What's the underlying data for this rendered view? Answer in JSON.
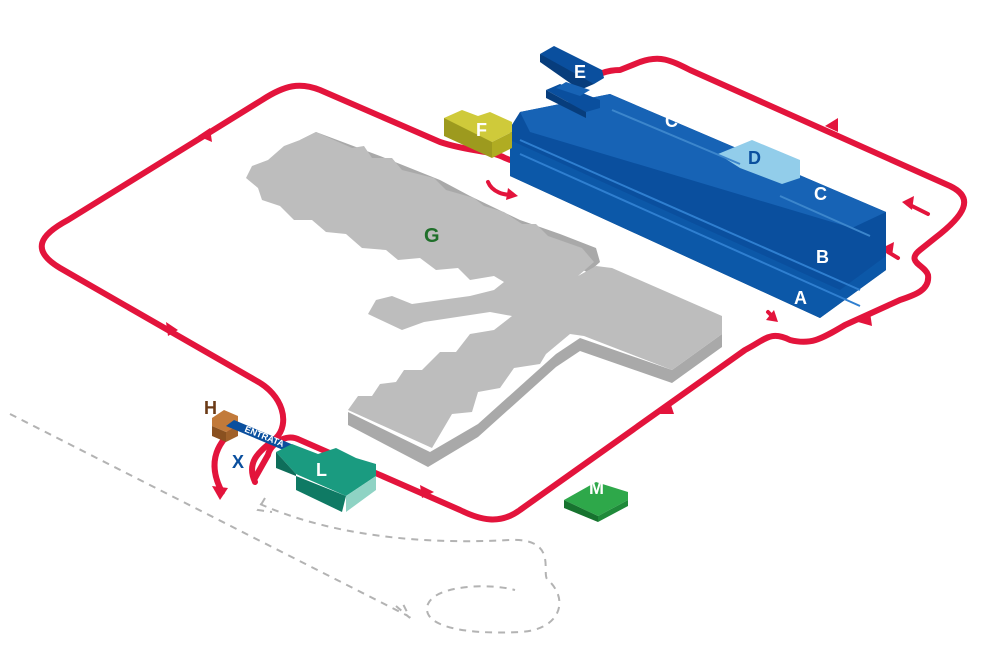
{
  "labels": {
    "A": "A",
    "B": "B",
    "C1": "C",
    "C2": "C",
    "D": "D",
    "E": "E",
    "F": "F",
    "G": "G",
    "H": "H",
    "L": "L",
    "M": "M",
    "X": "X",
    "entrance": "ENTRATA"
  },
  "colors": {
    "route_red": "#e3143c",
    "building_blue": "#0a4f9e",
    "building_blue_dark": "#073d7c",
    "building_light_blue": "#92cdea",
    "building_olive": "#b9b526",
    "building_main_grey": "#bdbdbd",
    "building_teal": "#14876f",
    "building_green": "#1f8a3a",
    "building_brown": "#a0612a",
    "path_grey": "#b3b3b3",
    "label_green": "#1f6f2a",
    "label_blue": "#0a4f9e",
    "label_brown": "#6b3a16"
  },
  "icons": {
    "route_direction": "red-arrow-icon",
    "pedestrian_path": "dashed-path",
    "entry_marker": "x-marker"
  }
}
